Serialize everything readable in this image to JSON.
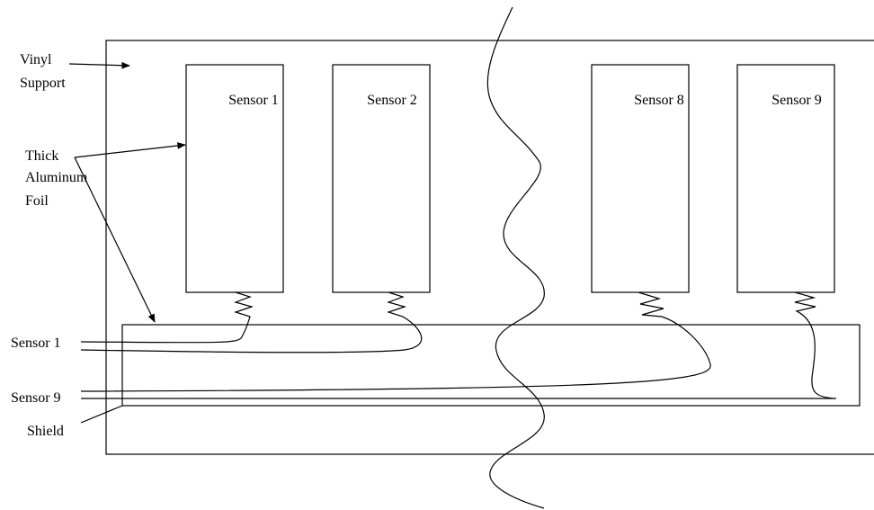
{
  "labels": {
    "vinyl_line1": "Vinyl",
    "vinyl_line2": "Support",
    "foil_line1": "Thick",
    "foil_line2": "Aluminum",
    "foil_line3": "Foil",
    "sensor1_left": "Sensor 1",
    "sensor9_left": "Sensor 9",
    "shield": "Shield"
  },
  "sensors": [
    {
      "label": "Sensor 1"
    },
    {
      "label": "Sensor 2"
    },
    {
      "label": "Sensor 8"
    },
    {
      "label": "Sensor 9"
    }
  ]
}
